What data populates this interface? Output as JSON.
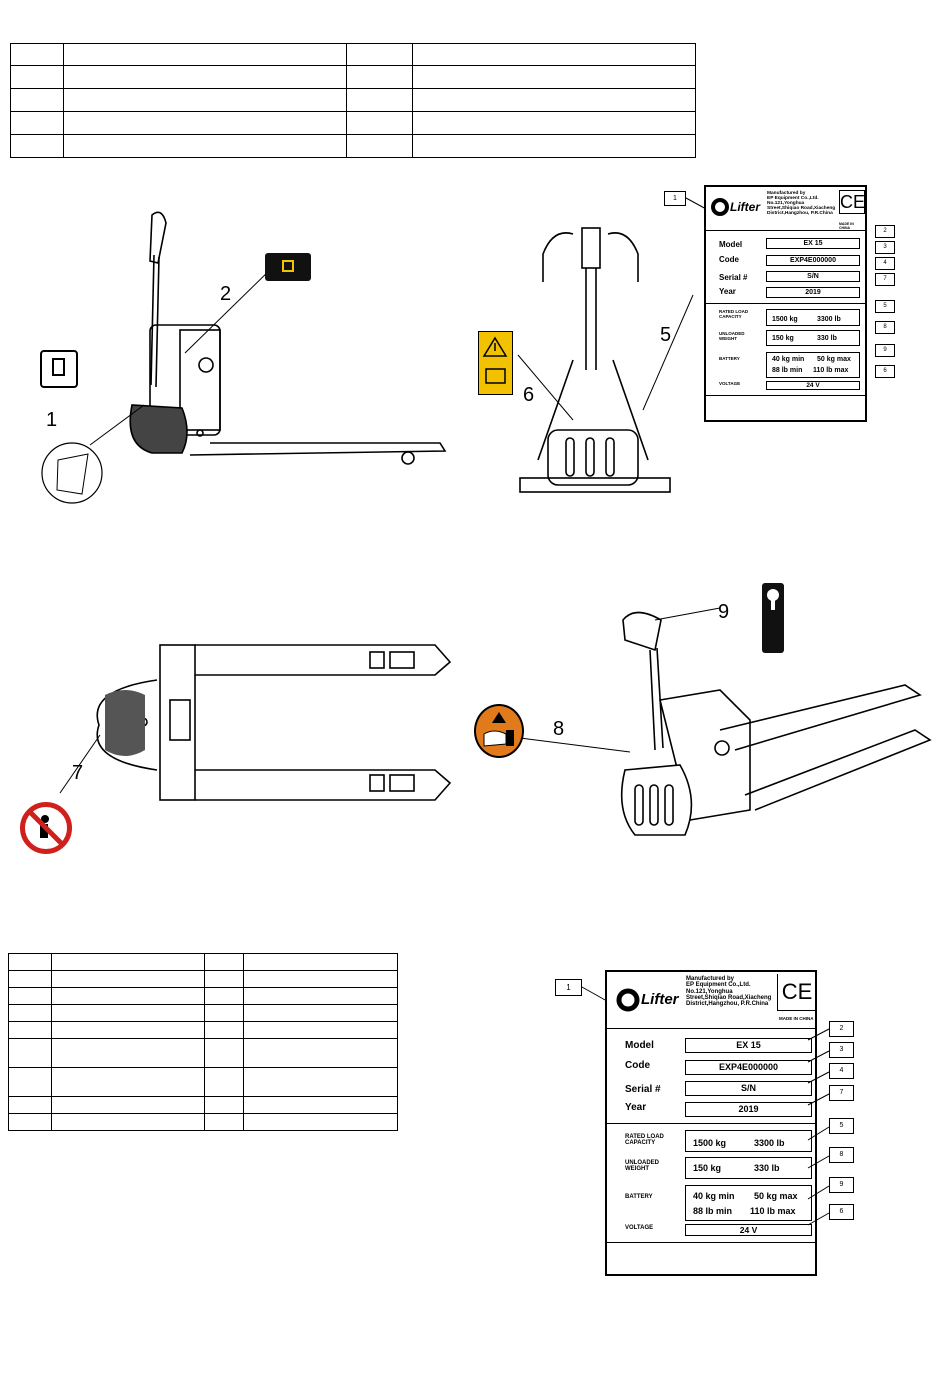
{
  "plate": {
    "manufacturer": [
      "Manufactured by",
      "EP Equipment Co.,Ltd.",
      "No.121,Yonghua",
      "Street,Shiqiao Road,Xiacheng",
      "District,Hangzhou, P.R.China"
    ],
    "brand": "Lifter",
    "ce_mark": "CE",
    "made_in": "MADE IN CHINA",
    "model_label": "Model",
    "model_value": "EX 15",
    "code_label": "Code",
    "code_value": "EXP4E000000",
    "serial_label": "Serial #",
    "serial_value": "S/N",
    "year_label": "Year",
    "year_value": "2019",
    "capacity_label": [
      "RATED LOAD",
      "CAPACITY"
    ],
    "capacity_kg": "1500 kg",
    "capacity_lb": "3300 lb",
    "weight_label": [
      "UNLOADED",
      "WEIGHT"
    ],
    "weight_kg": "150 kg",
    "weight_lb": "330 lb",
    "battery_label": "BATTERY",
    "battery_kg_min": "40 kg min",
    "battery_kg_max": "50 kg max",
    "battery_lb_min": "88 lb min",
    "battery_lb_max": "110 lb max",
    "voltage_label": "VOLTAGE",
    "voltage_value": "24 V"
  },
  "plate_callouts": [
    "1",
    "2",
    "3",
    "4",
    "7",
    "5",
    "8",
    "9",
    "6"
  ],
  "figure_numbers": {
    "n1": "1",
    "n2": "2",
    "n5": "5",
    "n6": "6",
    "n7": "7",
    "n8": "8",
    "n9": "9"
  },
  "icons": {
    "battery_label": "battery-decal-icon",
    "fuel_label": "battery-fluid-decal-icon",
    "warning_label": "warning-read-manual-decal-icon",
    "no_riding": "no-riding-prohibition-icon",
    "crush": "hand-crush-warning-icon",
    "key": "key-switch-decal-icon"
  },
  "colors": {
    "warning_yellow": "#f2c200",
    "prohibit_red": "#d0201c",
    "crush_orange": "#e07a1a"
  }
}
